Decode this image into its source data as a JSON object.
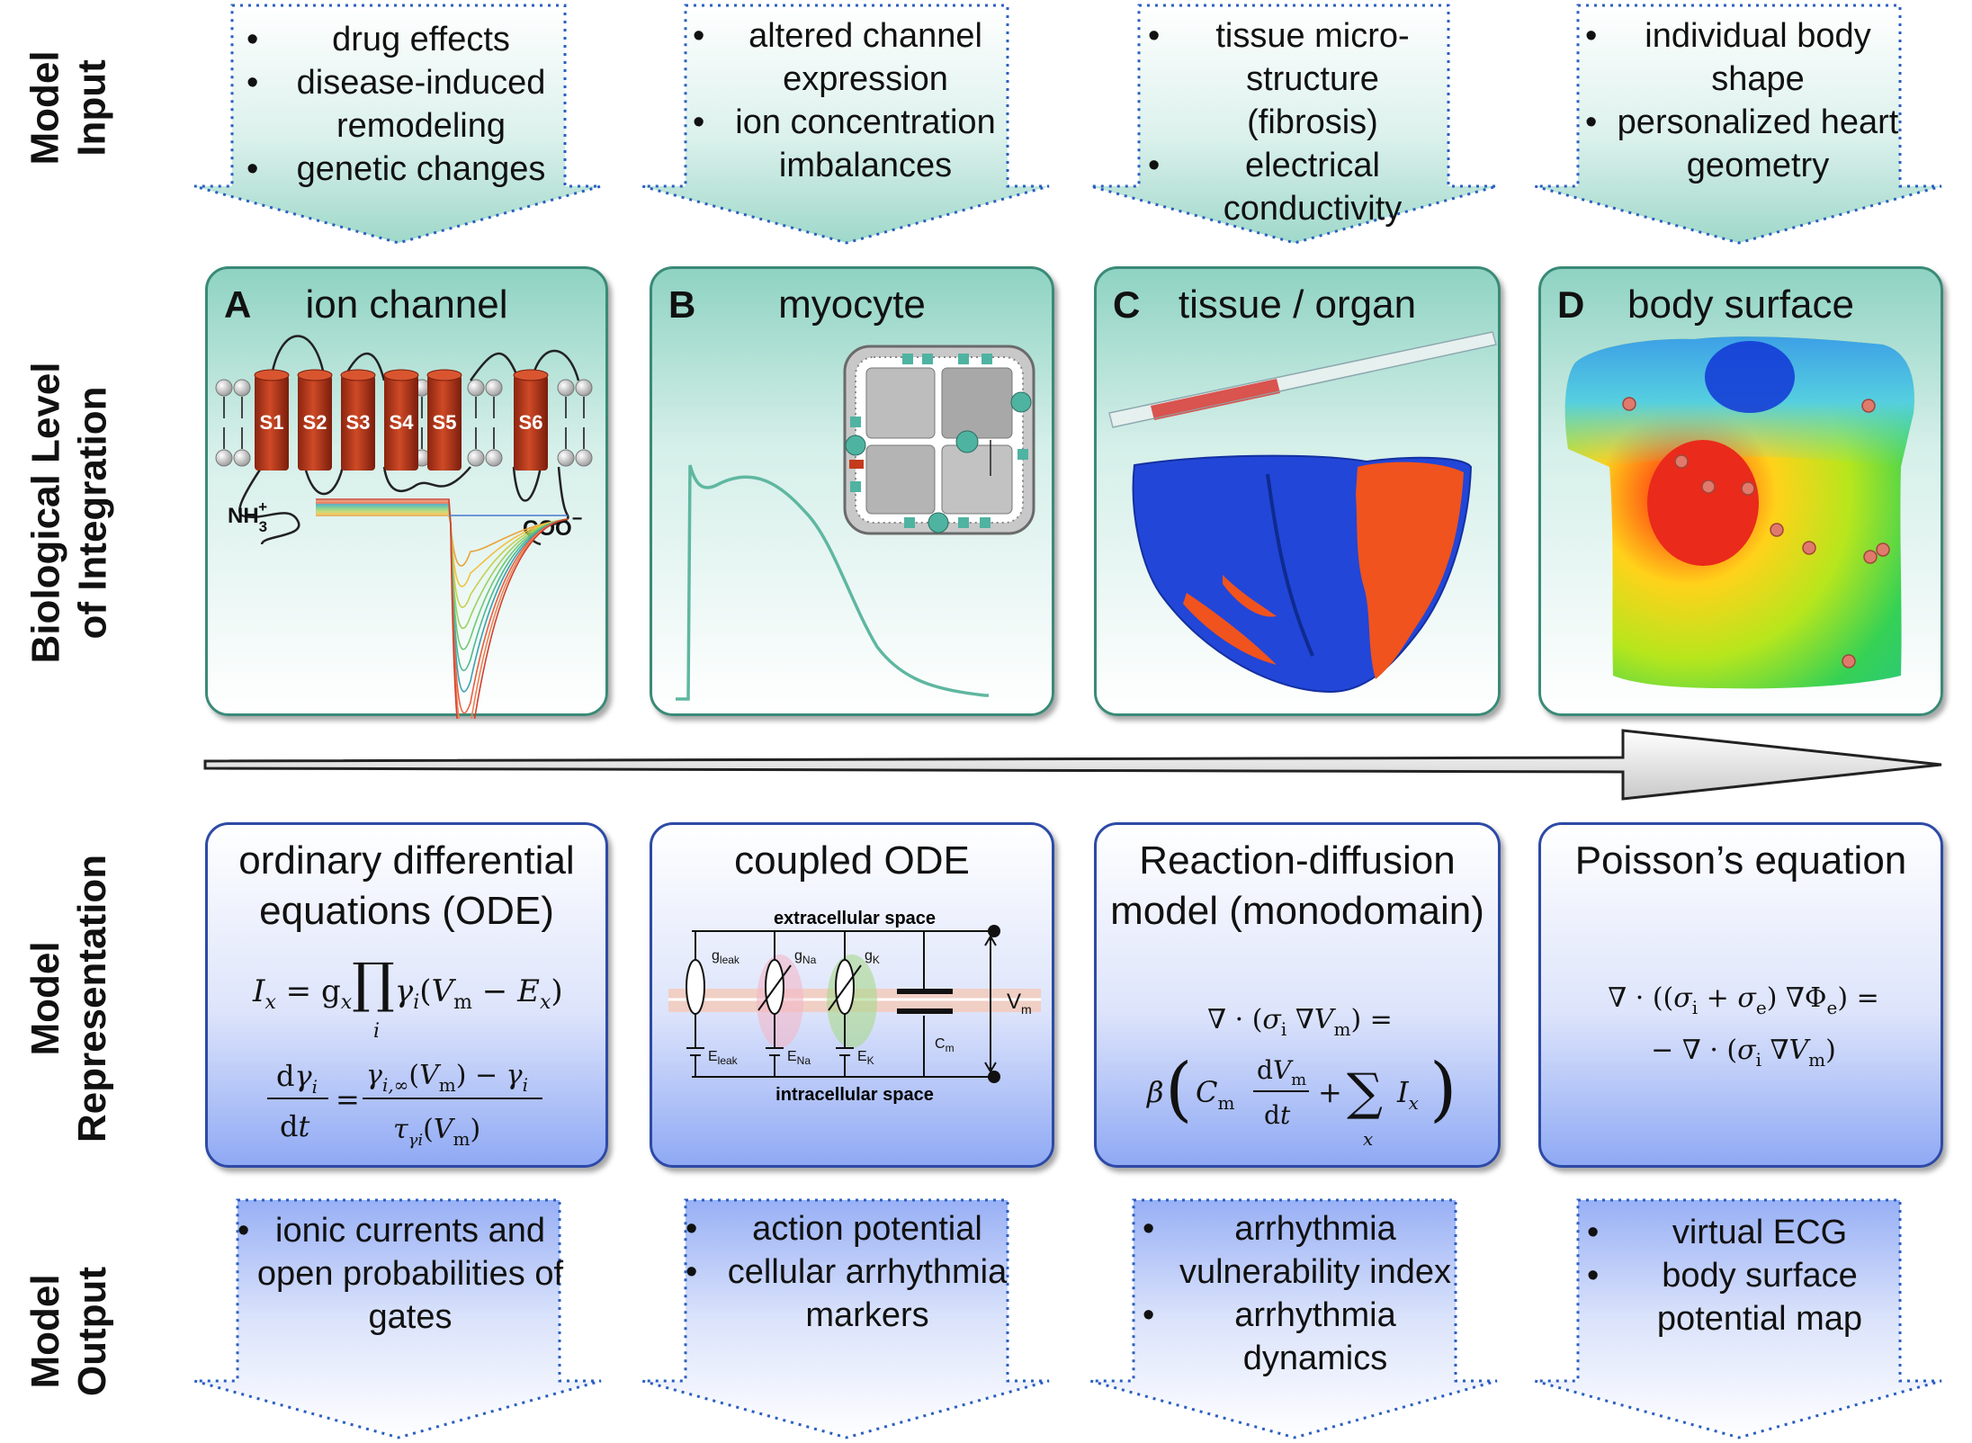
{
  "row_labels": {
    "input": [
      "Model",
      "Input"
    ],
    "bio": [
      "Biological Level",
      "of Integration"
    ],
    "rep": [
      "Model",
      "Representation"
    ],
    "output": [
      "Model",
      "Output"
    ]
  },
  "inputs": [
    {
      "items": [
        "drug effects",
        "disease-induced remodeling",
        "genetic changes"
      ]
    },
    {
      "items": [
        "altered channel expression",
        "ion concentration imbalances"
      ]
    },
    {
      "items": [
        "tissue micro-structure (fibrosis)",
        "electrical conductivity"
      ]
    },
    {
      "items": [
        "individual body shape",
        "personalized heart geometry"
      ]
    }
  ],
  "panels": [
    {
      "letter": "A",
      "title": "ion channel",
      "segments": [
        "S1",
        "S2",
        "S3",
        "S4",
        "S5",
        "S6"
      ],
      "n_terminus": "NH",
      "n_sub": "3",
      "n_sup": "+",
      "c_terminus": "COO",
      "c_sup": "−"
    },
    {
      "letter": "B",
      "title": "myocyte"
    },
    {
      "letter": "C",
      "title": "tissue / organ"
    },
    {
      "letter": "D",
      "title": "body surface"
    }
  ],
  "representations": [
    {
      "title": "ordinary differential equations (ODE)"
    },
    {
      "title": "coupled ODE",
      "circuit": {
        "top": "extracellular space",
        "bottom": "intracellular space",
        "g_leak": "g",
        "g_leak_sub": "leak",
        "g_na": "g",
        "g_na_sub": "Na",
        "g_k": "g",
        "g_k_sub": "K",
        "e_leak": "E",
        "e_leak_sub": "leak",
        "e_na": "E",
        "e_na_sub": "Na",
        "e_k": "E",
        "e_k_sub": "K",
        "cm": "C",
        "cm_sub": "m",
        "vm": "V",
        "vm_sub": "m"
      }
    },
    {
      "title": "Reaction-diffusion model (monodomain)"
    },
    {
      "title": "Poisson’s equation"
    }
  ],
  "outputs": [
    {
      "items": [
        "ionic currents and open probabilities of gates"
      ]
    },
    {
      "items": [
        "action potential",
        "cellular arrhythmia markers"
      ]
    },
    {
      "items": [
        "arrhythmia vulnerability index",
        "arrhythmia dynamics"
      ]
    },
    {
      "items": [
        "virtual ECG",
        "body surface potential map"
      ]
    }
  ],
  "colors": {
    "teal_border": "#3a8a77",
    "blue_border": "#2d4aa6",
    "channel_red": "#b83a1e",
    "ap_trace": "#5fb7a0"
  }
}
